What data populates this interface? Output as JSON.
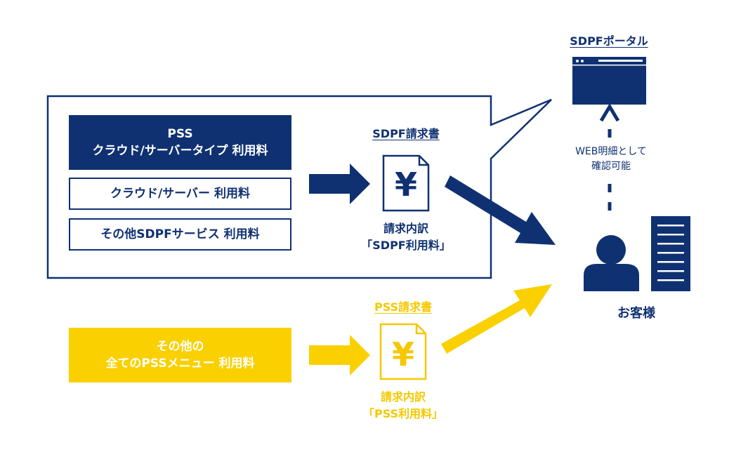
{
  "colors": {
    "navy": "#0f3172",
    "yellow": "#f5c800"
  },
  "top_group": {
    "pss_box": {
      "line1": "PSS",
      "line2": "クラウド/サーバータイプ 利用料"
    },
    "cloud_box": "クラウド/サーバー 利用料",
    "other_sdpf_box": "その他SDPFサービス 利用料"
  },
  "sdpf_invoice": {
    "title": "SDPF請求書",
    "symbol": "¥",
    "detail_line1": "請求内訳",
    "detail_line2": "「SDPF利用料」"
  },
  "portal": {
    "title": "SDPFポータル",
    "note_line1": "WEB明細として",
    "note_line2": "確認可能"
  },
  "customer": {
    "label": "お客様"
  },
  "bottom_group": {
    "other_box_line1": "その他の",
    "other_box_line2": "全てのPSSメニュー 利用料"
  },
  "pss_invoice": {
    "title": "PSS請求書",
    "symbol": "¥",
    "detail_line1": "請求内訳",
    "detail_line2": "「PSS利用料」"
  },
  "icons": [
    "browser-window-icon",
    "invoice-document-icon",
    "person-icon",
    "building-icon",
    "arrow-icon"
  ]
}
